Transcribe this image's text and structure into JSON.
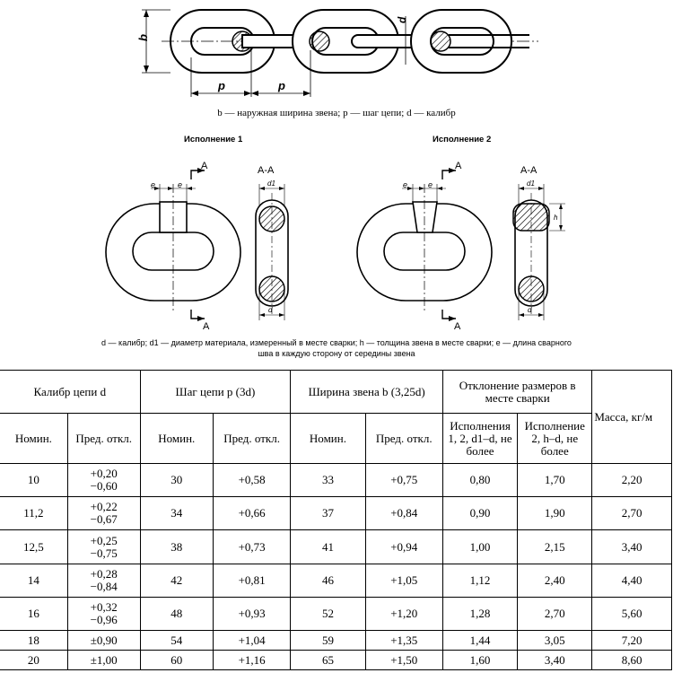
{
  "figure": {
    "dim_b": "b",
    "dim_p1": "p",
    "dim_p2": "p",
    "dim_d": "d",
    "caption_main": "b — наружная ширина звена; p — шаг цепи; d — калибр",
    "variant1_title": "Исполнение 1",
    "variant2_title": "Исполнение 2",
    "section_label": "A-A",
    "cut_label": "A",
    "dim_e": "e",
    "dim_d1": "d1",
    "dim_h": "h",
    "legend_line1": "d — калибр; d1 — диаметр материала, измеренный в месте сварки; h — толщина звена в месте сварки; e — длина сварного",
    "legend_line2": "шва в каждую сторону от середины звена"
  },
  "table": {
    "headers": {
      "caliber": "Калибр цепи d",
      "pitch": "Шаг цепи p (3d)",
      "width": "Ширина звена b (3,25d)",
      "deviation": "Отклонение размеров в месте сварки",
      "mass": "Масса, кг/м"
    },
    "subheaders": {
      "nom1": "Номин.",
      "tol1": "Пред. откл.",
      "nom2": "Номин.",
      "tol2": "Пред. откл.",
      "nom3": "Номин.",
      "tol3": "Пред. откл.",
      "dev1": "Исполнения 1, 2, d1–d, не более",
      "dev2": "Исполнение 2, h–d, не более"
    },
    "rows": [
      {
        "d": "10",
        "d_tol_top": "+0,20",
        "d_tol_bot": "−0,60",
        "p": "30",
        "p_tol": "+0,58",
        "b": "33",
        "b_tol": "+0,75",
        "dev1": "0,80",
        "dev2": "1,70",
        "mass": "2,20"
      },
      {
        "d": "11,2",
        "d_tol_top": "+0,22",
        "d_tol_bot": "−0,67",
        "p": "34",
        "p_tol": "+0,66",
        "b": "37",
        "b_tol": "+0,84",
        "dev1": "0,90",
        "dev2": "1,90",
        "mass": "2,70"
      },
      {
        "d": "12,5",
        "d_tol_top": "+0,25",
        "d_tol_bot": "−0,75",
        "p": "38",
        "p_tol": "+0,73",
        "b": "41",
        "b_tol": "+0,94",
        "dev1": "1,00",
        "dev2": "2,15",
        "mass": "3,40"
      },
      {
        "d": "14",
        "d_tol_top": "+0,28",
        "d_tol_bot": "−0,84",
        "p": "42",
        "p_tol": "+0,81",
        "b": "46",
        "b_tol": "+1,05",
        "dev1": "1,12",
        "dev2": "2,40",
        "mass": "4,40"
      },
      {
        "d": "16",
        "d_tol_top": "+0,32",
        "d_tol_bot": "−0,96",
        "p": "48",
        "p_tol": "+0,93",
        "b": "52",
        "b_tol": "+1,20",
        "dev1": "1,28",
        "dev2": "2,70",
        "mass": "5,60"
      },
      {
        "d": "18",
        "d_tol_top": "±0,90",
        "d_tol_bot": "",
        "p": "54",
        "p_tol": "+1,04",
        "b": "59",
        "b_tol": "+1,35",
        "dev1": "1,44",
        "dev2": "3,05",
        "mass": "7,20"
      },
      {
        "d": "20",
        "d_tol_top": "±1,00",
        "d_tol_bot": "",
        "p": "60",
        "p_tol": "+1,16",
        "b": "65",
        "b_tol": "+1,50",
        "dev1": "1,60",
        "dev2": "3,40",
        "mass": "8,60"
      }
    ]
  }
}
